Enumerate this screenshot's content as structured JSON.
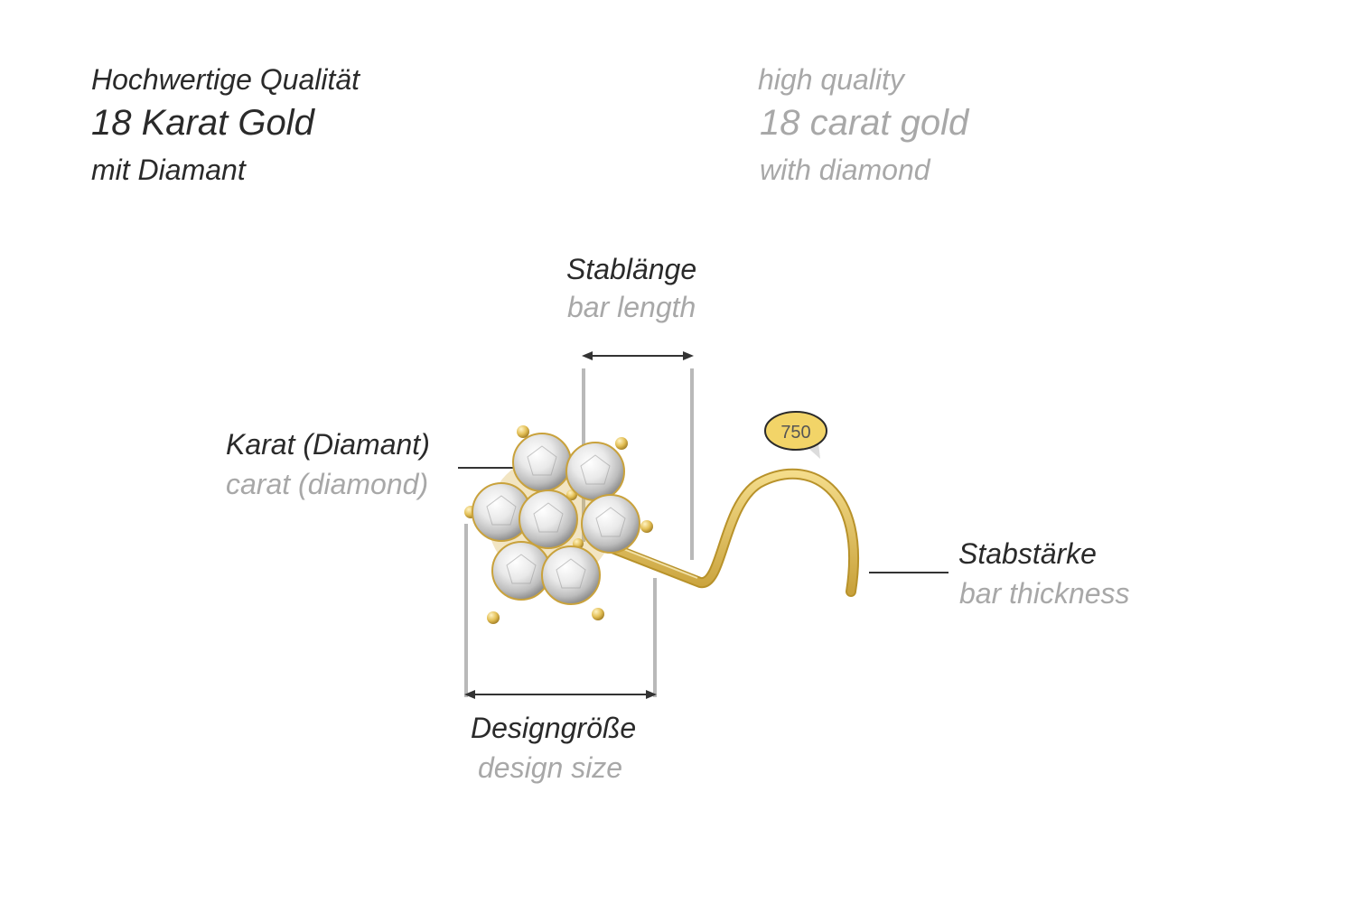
{
  "header": {
    "de": {
      "line1": "Hochwertige Qualität",
      "line2": "18 Karat Gold",
      "line3": "mit Diamant"
    },
    "en": {
      "line1": "high quality",
      "line2": "18 carat gold",
      "line3": "with diamond"
    }
  },
  "labels": {
    "bar_length": {
      "de": "Stablänge",
      "en": "bar length"
    },
    "carat": {
      "de": "Karat (Diamant)",
      "en": "carat (diamond)"
    },
    "bar_thickness": {
      "de": "Stabstärke",
      "en": "bar thickness"
    },
    "design_size": {
      "de": "Designgröße",
      "en": "design size"
    }
  },
  "hallmark": "750",
  "colors": {
    "gold": "#e8c85c",
    "gold_dark": "#b8922a",
    "hallmark_fill": "#f2d468",
    "measure_line": "#b9b9b9",
    "pointer_line": "#333333"
  }
}
